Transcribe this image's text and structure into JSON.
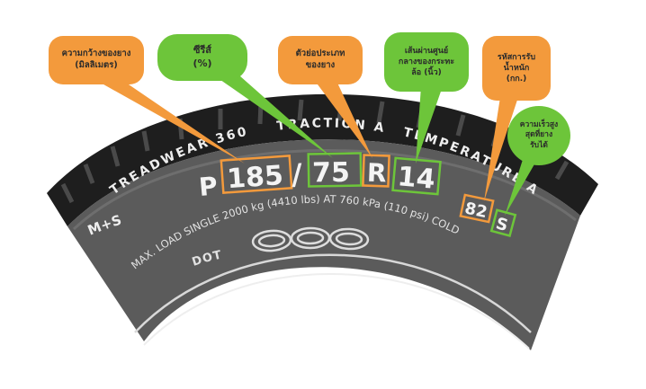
{
  "colors": {
    "orange": "#f39a3c",
    "green": "#6dc53a",
    "tire": "#5b5b5b",
    "tread": "#1e1e1e",
    "text": "#eeeeee"
  },
  "tire": {
    "treadwear": "TREADWEAR 360",
    "traction": "TRACTION A",
    "temperature": "TEMPERATURE A",
    "ms": "M+S",
    "p": "P",
    "width": "185",
    "slash": "/",
    "ratio": "75",
    "construction": "R",
    "rim": "14",
    "load_index": "82",
    "speed_rating": "S",
    "max_load": "MAX. LOAD SINGLE  2000  kg  (4410 lbs)  AT 760 kPa  (110 psi) COLD",
    "dot": "DOT"
  },
  "callouts": {
    "width": {
      "line1": "ความกว้างของยาง",
      "line2": "(มิลลิเมตร)"
    },
    "ratio": {
      "line1": "ซีรีส์",
      "line2": "(%)"
    },
    "construction": {
      "line1": "ตัวย่อประเภท",
      "line2": "ของยาง"
    },
    "rim": {
      "line1": "เส้นผ่านศูนย์",
      "line2": "กลางของกระทะ",
      "line3": "ล้อ (นิ้ว)"
    },
    "load": {
      "line1": "รหัสการรับ",
      "line2": "น้ำหนัก",
      "line3": "(กก.)"
    },
    "speed": {
      "line1": "ความเร็วสูง",
      "line2": "สุดที่ยาง",
      "line3": "รับได้"
    }
  }
}
